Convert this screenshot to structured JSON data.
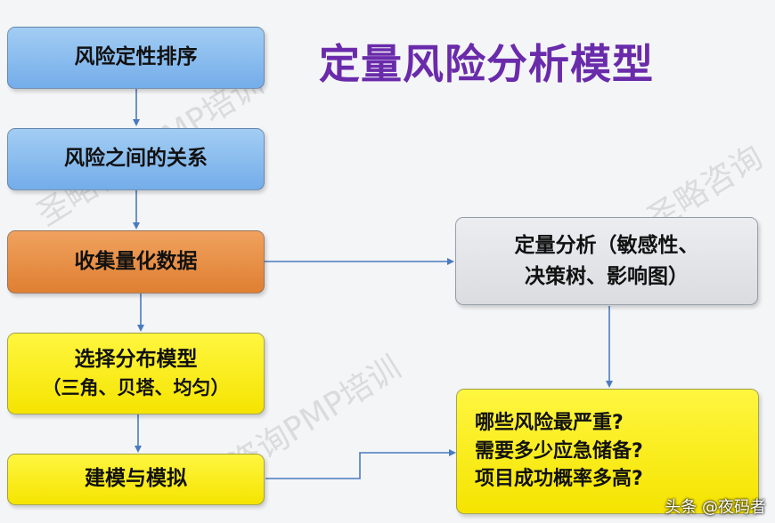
{
  "title": "定量风险分析模型",
  "steps": {
    "qualitative_sort": "风险定性排序",
    "relationships": "风险之间的关系",
    "collect_data": "收集量化数据",
    "choose_distribution": {
      "line1": "选择分布模型",
      "line2": "（三角、贝塔、均匀）"
    },
    "modeling": "建模与模拟"
  },
  "analysis": {
    "line1": "定量分析（敏感性、",
    "line2": "决策树、影响图）"
  },
  "questions": [
    "哪些风险最严重?",
    "需要多少应急储备?",
    "项目成功概率多高?"
  ],
  "watermarks": [
    "圣略咨询PMP培训",
    "圣略咨询",
    "略咨询PMP培训"
  ],
  "credit": "头条 @夜码者",
  "colors": {
    "title": "#6a2bab",
    "blue_box": "#8dbfee",
    "orange_box": "#e58a3c",
    "yellow_box": "#fbee1c",
    "gray_box": "#e3e5e8",
    "arrow": "#4a7bbf"
  }
}
